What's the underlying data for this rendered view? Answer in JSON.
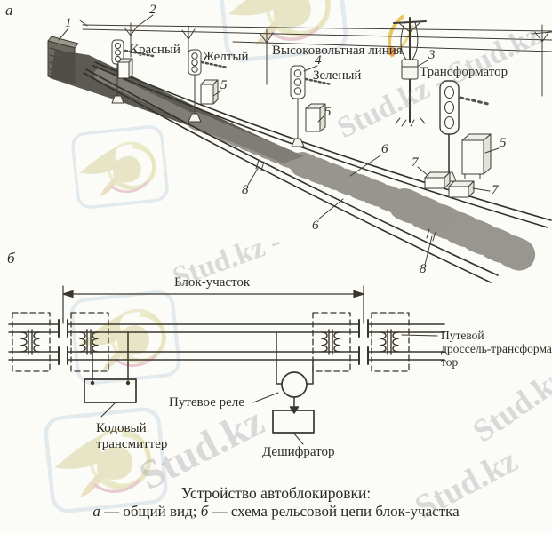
{
  "figure_a": {
    "label": "а",
    "callout_1": "1",
    "callout_2": "2",
    "callout_3": "3",
    "callout_4": "4",
    "callout_5": "5",
    "callout_6": "6",
    "callout_7": "7",
    "callout_8": "8",
    "signal_red": "Красный",
    "signal_yellow": "Желтый",
    "signal_green": "Зеленый",
    "hv_line": "Высоковольтная линия",
    "transformer": "Трансформатор"
  },
  "figure_b": {
    "label": "б",
    "block_section": "Блок-участок",
    "choke_line1": "Путевой",
    "choke_line2": "дроссель-трансформа-",
    "choke_line3": "тор",
    "code_transmitter_line1": "Кодовый",
    "code_transmitter_line2": "трансмиттер",
    "track_relay": "Путевое реле",
    "decoder": "Дешифратор"
  },
  "caption": {
    "title": "Устройство автоблокировки:",
    "sub_a_label": "а",
    "sub_a_text": " — общий вид; ",
    "sub_b_label": "б",
    "sub_b_text": " — схема рельсовой цепи блок-участка"
  },
  "watermark": {
    "text_pair": "Stud.kz - Stud.kz",
    "text_short": "Stud.kz -",
    "text_single": "Stud.kz",
    "logo": "stud-kz-bird-logo"
  }
}
